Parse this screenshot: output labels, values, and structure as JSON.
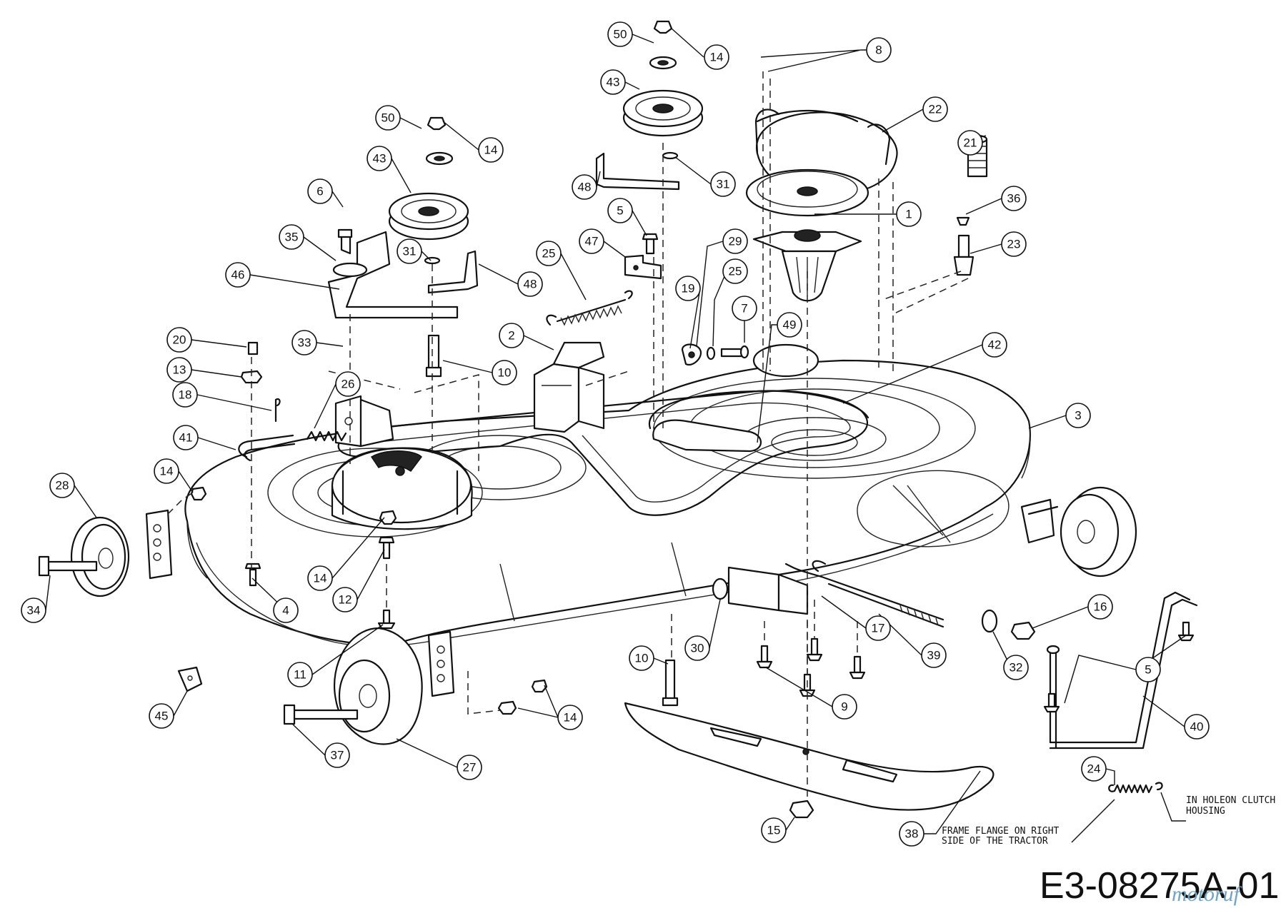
{
  "drawing_number": "E3-08275A-01",
  "watermark": "motoruf",
  "notes": {
    "frame_flange_line1": "FRAME FLANGE ON RIGHT",
    "frame_flange_line2": "SIDE OF THE TRACTOR",
    "clutch_line1": "IN HOLEON CLUTCH",
    "clutch_line2": "HOUSING"
  },
  "callouts": [
    {
      "id": "c50a",
      "label": "50"
    },
    {
      "id": "c14a",
      "label": "14"
    },
    {
      "id": "c43a",
      "label": "43"
    },
    {
      "id": "c8",
      "label": "8"
    },
    {
      "id": "c22",
      "label": "22"
    },
    {
      "id": "c50b",
      "label": "50"
    },
    {
      "id": "c14b",
      "label": "14"
    },
    {
      "id": "c43b",
      "label": "43"
    },
    {
      "id": "c21",
      "label": "21"
    },
    {
      "id": "c48a",
      "label": "48"
    },
    {
      "id": "c31a",
      "label": "31"
    },
    {
      "id": "c6",
      "label": "6"
    },
    {
      "id": "c1",
      "label": "1"
    },
    {
      "id": "c36",
      "label": "36"
    },
    {
      "id": "c5a",
      "label": "5"
    },
    {
      "id": "c35",
      "label": "35"
    },
    {
      "id": "c31b",
      "label": "31"
    },
    {
      "id": "c47",
      "label": "47"
    },
    {
      "id": "c29",
      "label": "29"
    },
    {
      "id": "c23",
      "label": "23"
    },
    {
      "id": "c25a",
      "label": "25"
    },
    {
      "id": "c46",
      "label": "46"
    },
    {
      "id": "c48b",
      "label": "48"
    },
    {
      "id": "c25b",
      "label": "25"
    },
    {
      "id": "c19",
      "label": "19"
    },
    {
      "id": "c7",
      "label": "7"
    },
    {
      "id": "c49",
      "label": "49"
    },
    {
      "id": "c33",
      "label": "33"
    },
    {
      "id": "c20",
      "label": "20"
    },
    {
      "id": "c2",
      "label": "2"
    },
    {
      "id": "c42",
      "label": "42"
    },
    {
      "id": "c13",
      "label": "13"
    },
    {
      "id": "c10a",
      "label": "10"
    },
    {
      "id": "c26",
      "label": "26"
    },
    {
      "id": "c18",
      "label": "18"
    },
    {
      "id": "c3",
      "label": "3"
    },
    {
      "id": "c41",
      "label": "41"
    },
    {
      "id": "c14c",
      "label": "14"
    },
    {
      "id": "c28",
      "label": "28"
    },
    {
      "id": "c14d",
      "label": "14"
    },
    {
      "id": "c4",
      "label": "4"
    },
    {
      "id": "c12",
      "label": "12"
    },
    {
      "id": "c34",
      "label": "34"
    },
    {
      "id": "c16",
      "label": "16"
    },
    {
      "id": "c17",
      "label": "17"
    },
    {
      "id": "c30",
      "label": "30"
    },
    {
      "id": "c10b",
      "label": "10"
    },
    {
      "id": "c39",
      "label": "39"
    },
    {
      "id": "c32",
      "label": "32"
    },
    {
      "id": "c5b",
      "label": "5"
    },
    {
      "id": "c11",
      "label": "11"
    },
    {
      "id": "c9",
      "label": "9"
    },
    {
      "id": "c14e",
      "label": "14"
    },
    {
      "id": "c40",
      "label": "40"
    },
    {
      "id": "c45",
      "label": "45"
    },
    {
      "id": "c37",
      "label": "37"
    },
    {
      "id": "c27",
      "label": "27"
    },
    {
      "id": "c24",
      "label": "24"
    },
    {
      "id": "c15",
      "label": "15"
    },
    {
      "id": "c38",
      "label": "38"
    }
  ]
}
